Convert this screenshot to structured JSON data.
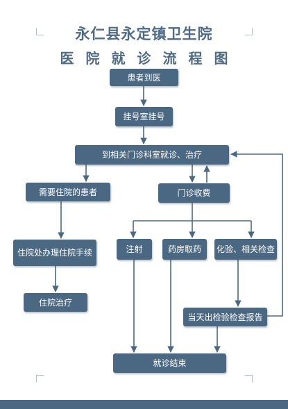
{
  "header": {
    "title": "永仁县永定镇卫生院",
    "subtitle": "医院就诊流程图"
  },
  "nodes": {
    "arrive": "患者到医",
    "register": "挂号室挂号",
    "outpatient": "到相关门诊科室就诊、治疗",
    "need_hospital": "需要住院的患者",
    "clinic_fee": "门诊收费",
    "admission": "住院处办理住院手续",
    "inpatient": "住院治疗",
    "injection": "注射",
    "pharmacy": "药房取药",
    "lab": "化验、相关检查",
    "report": "当天出检验检查报告",
    "end": "就诊结束"
  },
  "colors": {
    "title": "#4f6b85",
    "node_fill": "#4b6882",
    "connector": "#4b6882"
  }
}
